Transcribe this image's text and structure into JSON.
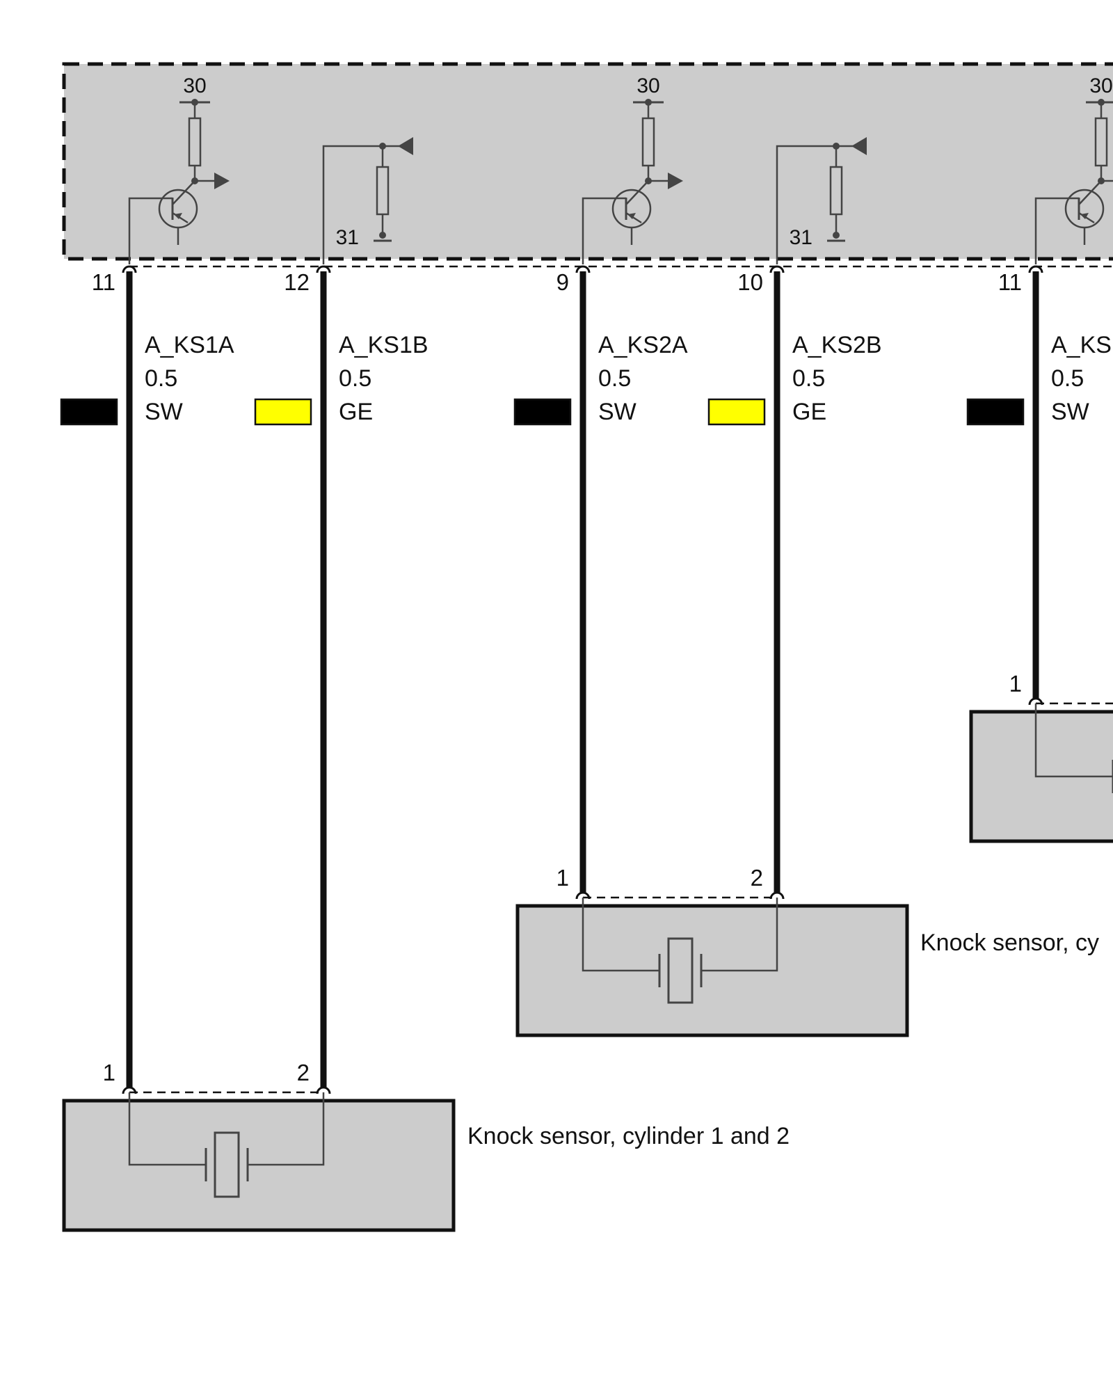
{
  "colors": {
    "module_fill": "#cccccc",
    "sensor_fill": "#cccccc",
    "wire": "#111111",
    "schematic": "#444444",
    "swatch_sw": "#000000",
    "swatch_ge": "#ffff00"
  },
  "channels": [
    {
      "supply": "30",
      "ground": "31"
    },
    {
      "supply": "30",
      "ground": "31"
    },
    {
      "supply": "30"
    }
  ],
  "wires": [
    {
      "pin_top": "11",
      "signal": "A_KS1A",
      "gauge": "0.5",
      "color_code": "SW",
      "pin_bottom": "1"
    },
    {
      "pin_top": "12",
      "signal": "A_KS1B",
      "gauge": "0.5",
      "color_code": "GE",
      "pin_bottom": "2"
    },
    {
      "pin_top": "9",
      "signal": "A_KS2A",
      "gauge": "0.5",
      "color_code": "SW",
      "pin_bottom": "1"
    },
    {
      "pin_top": "10",
      "signal": "A_KS2B",
      "gauge": "0.5",
      "color_code": "GE",
      "pin_bottom": "2"
    },
    {
      "pin_top": "11",
      "signal": "A_KS",
      "gauge": "0.5",
      "color_code": "SW",
      "pin_bottom": "1"
    }
  ],
  "sensors": [
    {
      "label": "Knock sensor, cylinder 1 and 2"
    },
    {
      "label": "Knock sensor, cy"
    },
    {
      "label": ""
    }
  ]
}
